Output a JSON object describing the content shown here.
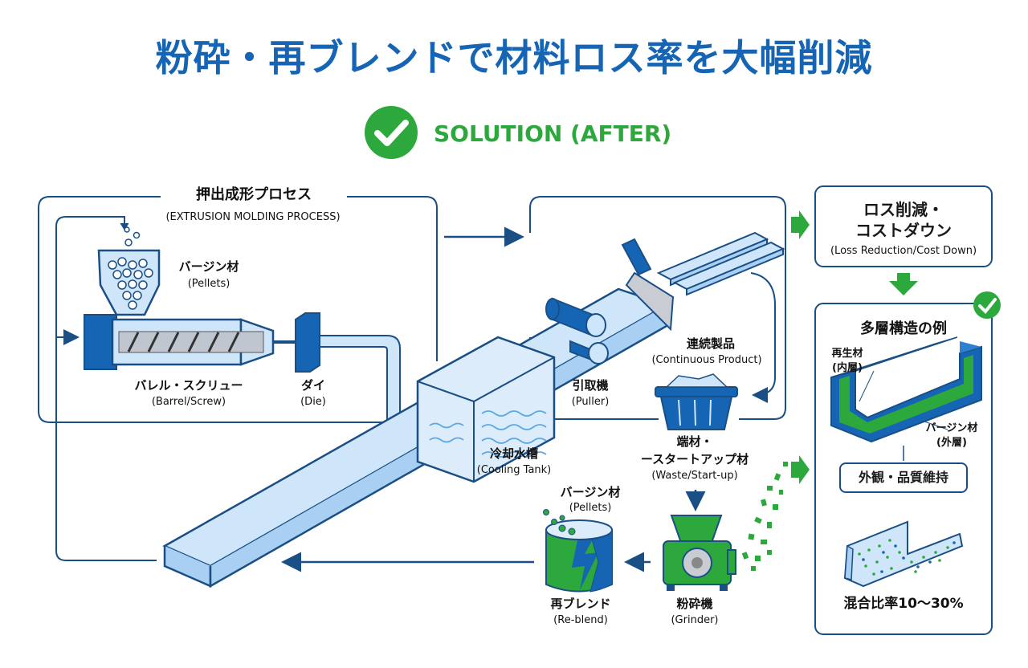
{
  "title": "粉砕・再ブレンドで材料ロス率を大幅削減",
  "solution_label": "SOLUTION (AFTER)",
  "process": {
    "frame_title": "押出成形プロセス",
    "frame_subtitle": "(EXTRUSION MOLDING PROCESS)",
    "virgin_top": {
      "jp": "バージン材",
      "en": "(Pellets)"
    },
    "barrel": {
      "jp": "バレル・スクリュー",
      "en": "(Barrel/Screw)"
    },
    "die": {
      "jp": "ダイ",
      "en": "(Die)"
    },
    "cooling": {
      "jp": "冷却水槽",
      "en": "(Cooling Tank)"
    },
    "puller": {
      "jp": "引取機",
      "en": "(Puller)"
    },
    "product": {
      "jp": "連続製品",
      "en": "(Continuous Product)"
    },
    "waste": {
      "jp1": "端材・",
      "jp2": "ースタートアップ材",
      "en": "(Waste/Start-up)"
    },
    "virgin_bottom": {
      "jp": "バージン材",
      "en": "(Pellets)"
    },
    "grinder": {
      "jp": "粉砕機",
      "en": "(Grinder)"
    },
    "reblend": {
      "jp": "再ブレンド",
      "en": "(Re-blend)"
    }
  },
  "right": {
    "loss_box": {
      "line1": "ロス削減・",
      "line2": "コストダウン",
      "en": "(Loss Reduction/Cost Down)"
    },
    "multi_box": {
      "title": "多層構造の例",
      "inner_label_1": "再生材",
      "inner_label_2": "(内層)",
      "outer_label_1": "バージン材",
      "outer_label_2": "(外層)",
      "quality": "外観・品質維持",
      "ratio": "混合比率10〜30%"
    }
  },
  "colors": {
    "blue": "#1565b4",
    "navy": "#1a4f86",
    "green": "#2da83c",
    "light_blue": "#cfe6fa"
  }
}
